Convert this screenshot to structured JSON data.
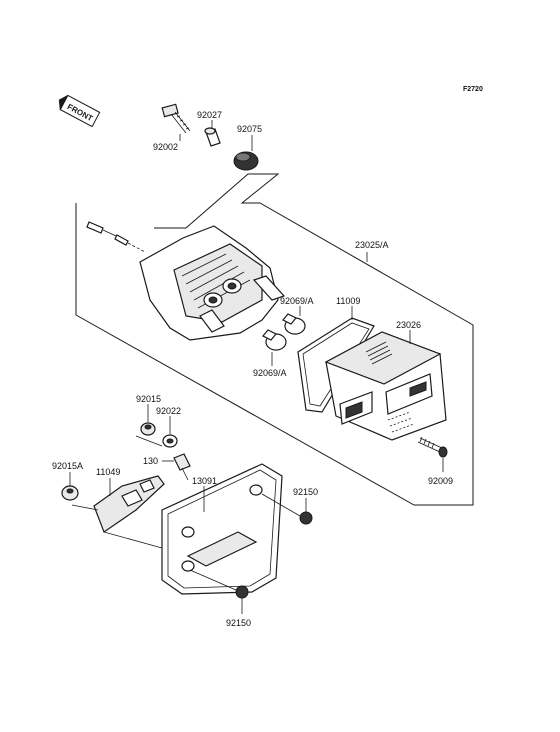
{
  "diagram": {
    "code": "F2720",
    "front_badge": "FRONT",
    "parts": {
      "p92002": "92002",
      "p92027": "92027",
      "p92075": "92075",
      "p23025a": "23025/A",
      "p92069a_top": "92069/A",
      "p11009": "11009",
      "p23026": "23026",
      "p92069a_bottom": "92069/A",
      "p92009": "92009",
      "p92015": "92015",
      "p92022": "92022",
      "p130": "130",
      "p92015a": "92015A",
      "p11049": "11049",
      "p13091": "13091",
      "p92150_right": "92150",
      "p92150_bottom": "92150"
    }
  }
}
